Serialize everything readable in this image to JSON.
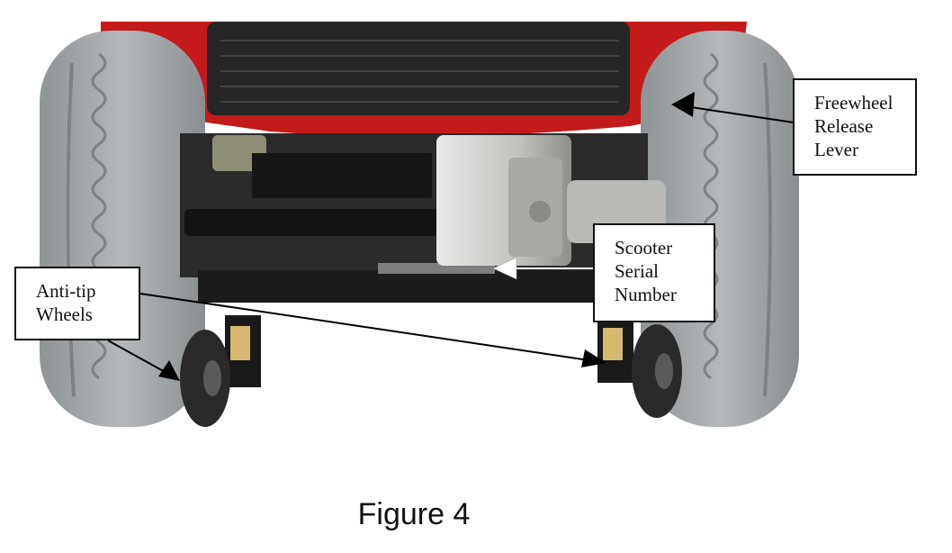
{
  "figure": {
    "caption": "Figure 4",
    "subject": "scooter-rear-underside-photo"
  },
  "callouts": {
    "freewheel": {
      "lines": [
        "Freewheel",
        "Release",
        "Lever"
      ]
    },
    "serial": {
      "lines": [
        "Scooter",
        "Serial",
        "Number"
      ]
    },
    "antitip": {
      "lines": [
        "Anti-tip",
        "Wheels"
      ]
    }
  },
  "colors": {
    "body_red": "#c41a1a",
    "tire_gray": "#9ea3a6",
    "frame_black": "#1c1c1c",
    "gearbox_silver": "#c9c9c6",
    "arrow_black": "#000000",
    "arrow_white": "#ffffff"
  }
}
